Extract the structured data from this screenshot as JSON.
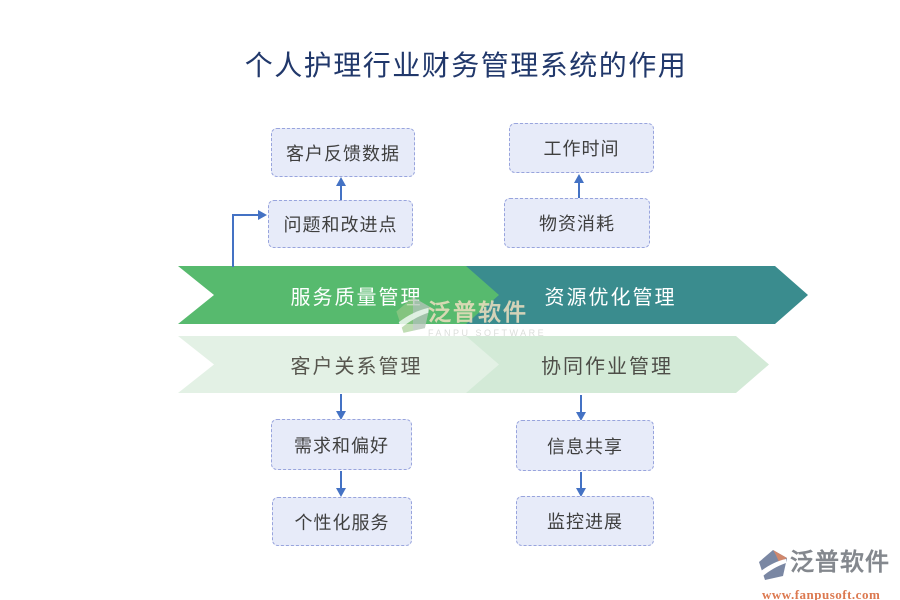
{
  "title": "个人护理行业财务管理系统的作用",
  "flows": {
    "service_quality": {
      "label": "服务质量管理"
    },
    "resource_optimization": {
      "label": "资源优化管理"
    },
    "customer_relationship": {
      "label": "客户关系管理"
    },
    "collaboration": {
      "label": "协同作业管理"
    }
  },
  "boxes": {
    "customer_feedback": "客户反馈数据",
    "issues_improvements": "问题和改进点",
    "working_hours": "工作时间",
    "material_consumption": "物资消耗",
    "needs_preferences": "需求和偏好",
    "personalized_service": "个性化服务",
    "info_sharing": "信息共享",
    "monitor_progress": "监控进展"
  },
  "watermark": {
    "brand": "泛普软件",
    "subtitle": "FANPU SOFTWARE"
  },
  "footer": {
    "brand": "泛普软件",
    "url": "www.fanpusoft.com"
  },
  "colors": {
    "title_text": "#21386B",
    "connector_blue": "#4472C4",
    "chevron_green": "#57BA6E",
    "chevron_teal": "#3A8C8E",
    "chevron_pale_green": "#E3F1E5",
    "chevron_light_green": "#D3EAD7",
    "box_fill": "#E7EBF9",
    "box_border": "#98A4DD",
    "footer_url_text": "#DC7950"
  }
}
